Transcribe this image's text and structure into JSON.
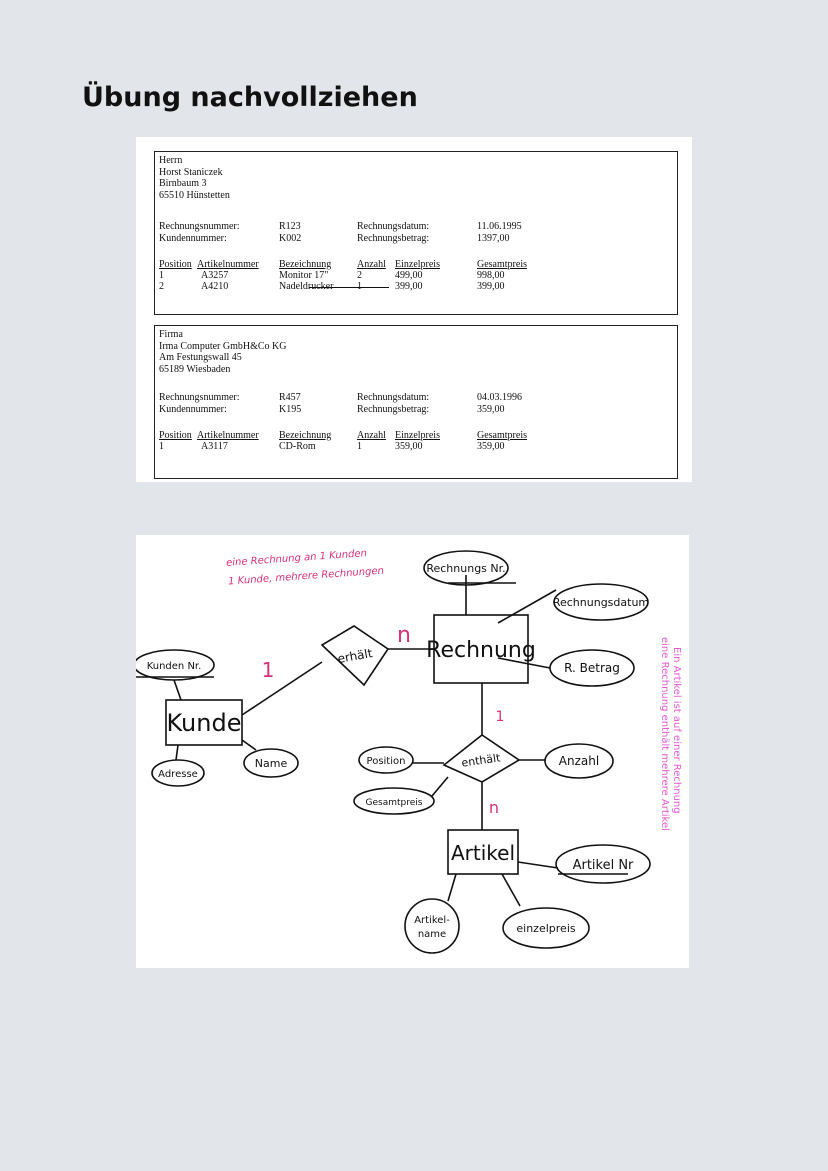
{
  "page": {
    "title": "Übung nachvollziehen",
    "background": "#e2e6ea"
  },
  "invoices": [
    {
      "address": [
        "Herrn",
        "Horst Staniczek",
        "Birnbaum 3",
        "65510 Hünstetten"
      ],
      "labels": {
        "rechnungsnummer": "Rechnungsnummer:",
        "kundennummer": "Kundennummer:",
        "rechnungsdatum": "Rechnungsdatum:",
        "rechnungsbetrag": "Rechnungsbetrag:"
      },
      "rechnungsnummer": "R123",
      "kundennummer": "K002",
      "rechnungsdatum": "11.06.1995",
      "rechnungsbetrag": "1397,00",
      "columns": [
        "Position",
        "Artikelnummer",
        "Bezeichnung",
        "Anzahl",
        "Einzelpreis",
        "Gesamtpreis"
      ],
      "rows": [
        [
          "1",
          "A3257",
          "Monitor 17\"",
          "2",
          "499,00",
          "998,00"
        ],
        [
          "2",
          "A4210",
          "Nadeldrucker",
          "1",
          "399,00",
          "399,00"
        ]
      ]
    },
    {
      "address": [
        "Firma",
        "Irma Computer GmbH&Co KG",
        "Am Festungswall 45",
        "65189 Wiesbaden"
      ],
      "labels": {
        "rechnungsnummer": "Rechnungsnummer:",
        "kundennummer": "Kundennummer:",
        "rechnungsdatum": "Rechnungsdatum:",
        "rechnungsbetrag": "Rechnungsbetrag:"
      },
      "rechnungsnummer": "R457",
      "kundennummer": "K195",
      "rechnungsdatum": "04.03.1996",
      "rechnungsbetrag": "359,00",
      "columns": [
        "Position",
        "Artikelnummer",
        "Bezeichnung",
        "Anzahl",
        "Einzelpreis",
        "Gesamtpreis"
      ],
      "rows": [
        [
          "1",
          "A3117",
          "CD-Rom",
          "1",
          "359,00",
          "359,00"
        ]
      ]
    }
  ],
  "er_diagram": {
    "entities": {
      "kunde": "Kunde",
      "rechnung": "Rechnung",
      "artikel": "Artikel"
    },
    "relationships": {
      "erhaelt": "erhält",
      "enthaelt": "enthält"
    },
    "attributes": {
      "kunden_nr": "Kunden Nr.",
      "adresse": "Adresse",
      "name": "Name",
      "rechnungs_nr": "Rechnungs Nr.",
      "rechnungsdatum": "Rechnungsdatum",
      "r_betrag": "R. Betrag",
      "position": "Position",
      "gesamtpreis": "Gesamtpreis",
      "anzahl": "Anzahl",
      "artikel_nr": "Artikel Nr",
      "artikelname_1": "Artikel-",
      "artikelname_2": "name",
      "einzelpreis": "einzelpreis"
    },
    "cardinalities": {
      "kunde_erhaelt": "1",
      "erhaelt_rechnung": "n",
      "rechnung_enthaelt": "1",
      "enthaelt_artikel": "n"
    },
    "notes": {
      "top_line1": "eine Rechnung an 1 Kunden",
      "top_line2": "1 Kunde, mehrere Rechnungen",
      "side_line1": "Ein Artikel ist auf einer Rechnung",
      "side_line2": "eine Rechnung enthält mehrere Artikel"
    },
    "colors": {
      "note_pink": "#d8307a",
      "side_note_pink": "#e35bd0",
      "ink": "#111111"
    }
  }
}
